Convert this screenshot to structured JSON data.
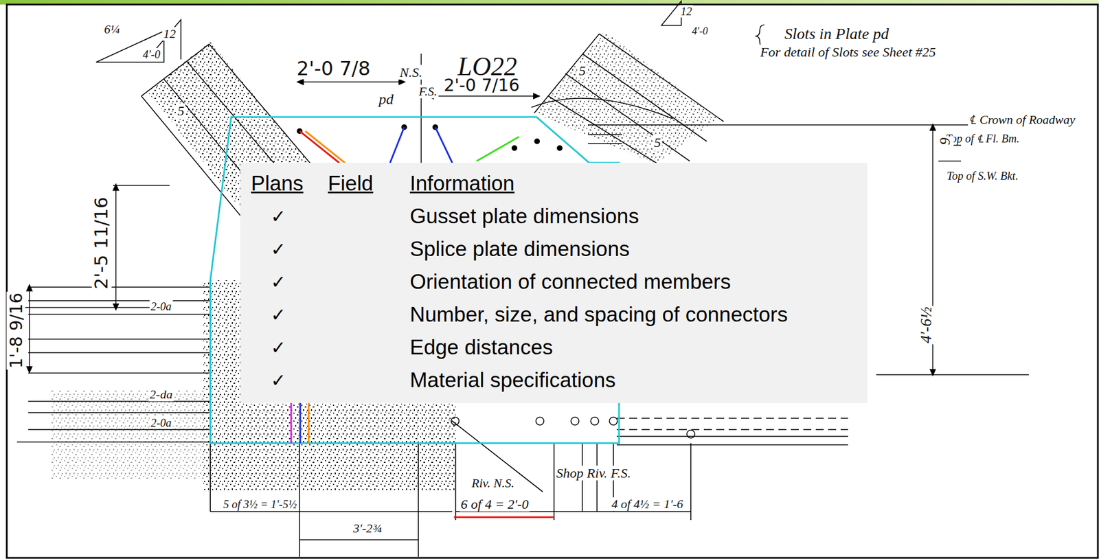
{
  "diagram": {
    "nodes": [
      {
        "text": [
          "Plans",
          "Field",
          "Information",
          "✓",
          "Gusset plate dimensions",
          "✓",
          "Splice plate dimensions",
          "✓",
          "Orientation of connected members",
          "✓",
          "Number, size, and spacing of connectors",
          "✓",
          "Edge distances",
          "✓",
          "Material specifications"
        ]
      }
    ],
    "labels": [
      "2'-0 7/8",
      "N.S.",
      "LO22",
      "2'-0 7/16",
      "F.S.",
      "pd",
      "Slots in Plate pd",
      "For detail of Slots see Sheet #25",
      "℄ Crown of Roadway",
      "Top of ℄ Fl. Bm.",
      "Top of S.W. Bkt.",
      "9",
      "4'-6½",
      "2'-5 11/16",
      "1'-8 9/16",
      "12",
      "4'-0",
      "12",
      "4'-0",
      "Shop Riv. F.S.",
      "Riv. N.S.",
      "6 of 4 = 2'-0",
      "4 of 4½ = 1'-6",
      "2-da",
      "2-0a",
      "2-0a",
      "5",
      "5",
      "5",
      "6¼",
      "5 of 3½ = 1'-5½",
      "3'-2¾"
    ]
  }
}
